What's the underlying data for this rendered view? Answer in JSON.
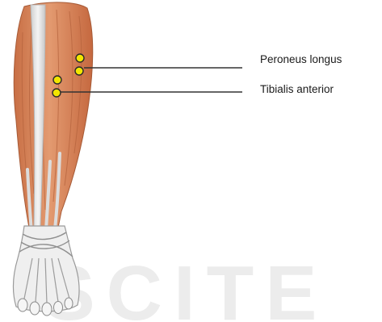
{
  "labels": {
    "peroneus_longus": "Peroneus longus",
    "tibialis_anterior": "Tibialis anterior"
  },
  "watermark": "SCITE",
  "colors": {
    "muscle": "#d8855a",
    "muscle_dark": "#b4623c",
    "tendon": "#e6e6e6",
    "electrode_fill": "#f2e600",
    "electrode_stroke": "#2a2a2a",
    "leader_line": "#333333",
    "watermark": "#ececec"
  }
}
